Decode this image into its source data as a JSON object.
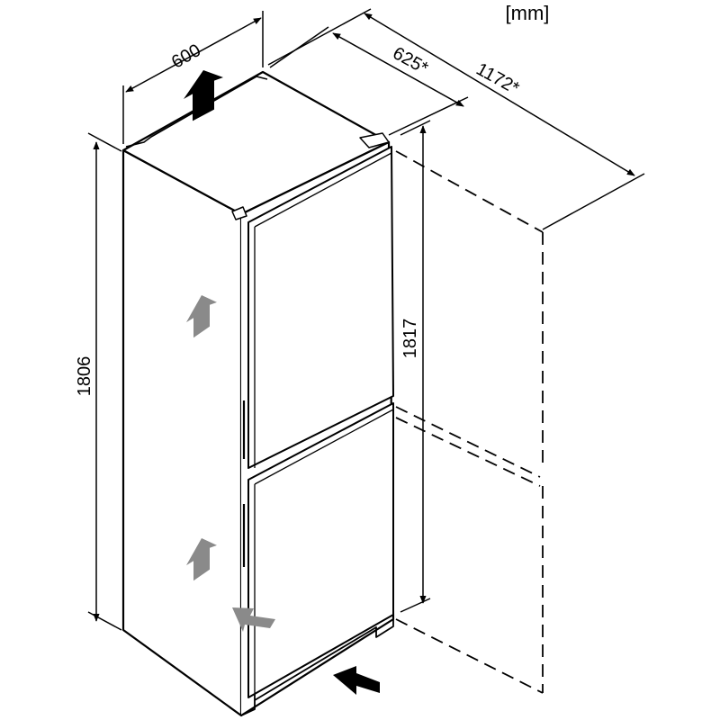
{
  "unit_label": "[mm]",
  "dimensions": {
    "width": "600",
    "depth": "625*",
    "depth_door_open": "1172*",
    "height": "1806",
    "niche_height": "1817"
  },
  "colors": {
    "line": "#000000",
    "airflow_arrow_gray": "#8a8a8a",
    "airflow_arrow_black": "#000000",
    "background": "#ffffff"
  },
  "icons": [
    "airflow-up-arrow",
    "airflow-in-arrow",
    "airflow-out-arrow"
  ]
}
